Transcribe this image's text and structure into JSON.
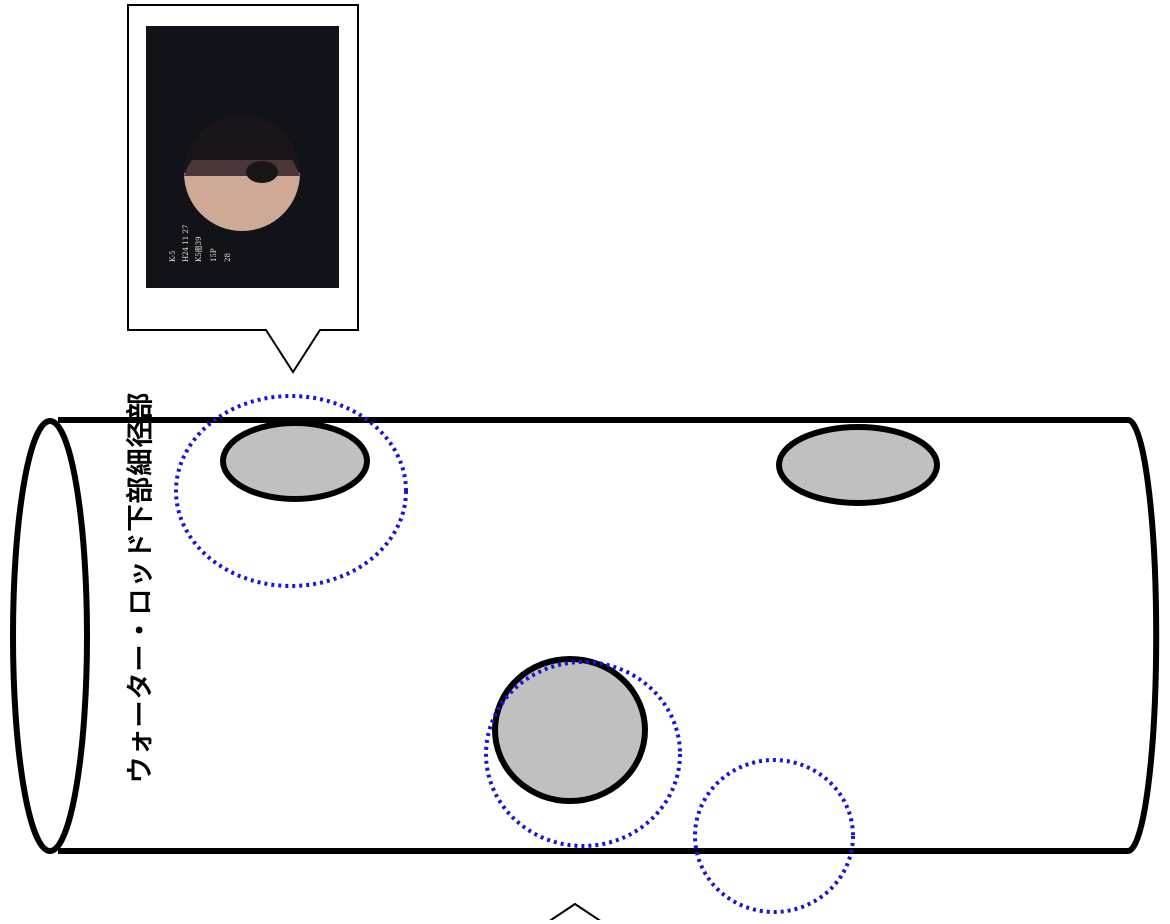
{
  "diagram": {
    "rod_label": "ウォーター・ロッド下部細径部",
    "photo_overlay_lines": [
      "K-5",
      "H24 11 27",
      "K5图39",
      "15P",
      "28"
    ]
  },
  "colors": {
    "outline": "#000000",
    "hole_fill": "#c0c0c0",
    "marker_dotted": "#1a14d8",
    "photo_bg": "#121318"
  }
}
